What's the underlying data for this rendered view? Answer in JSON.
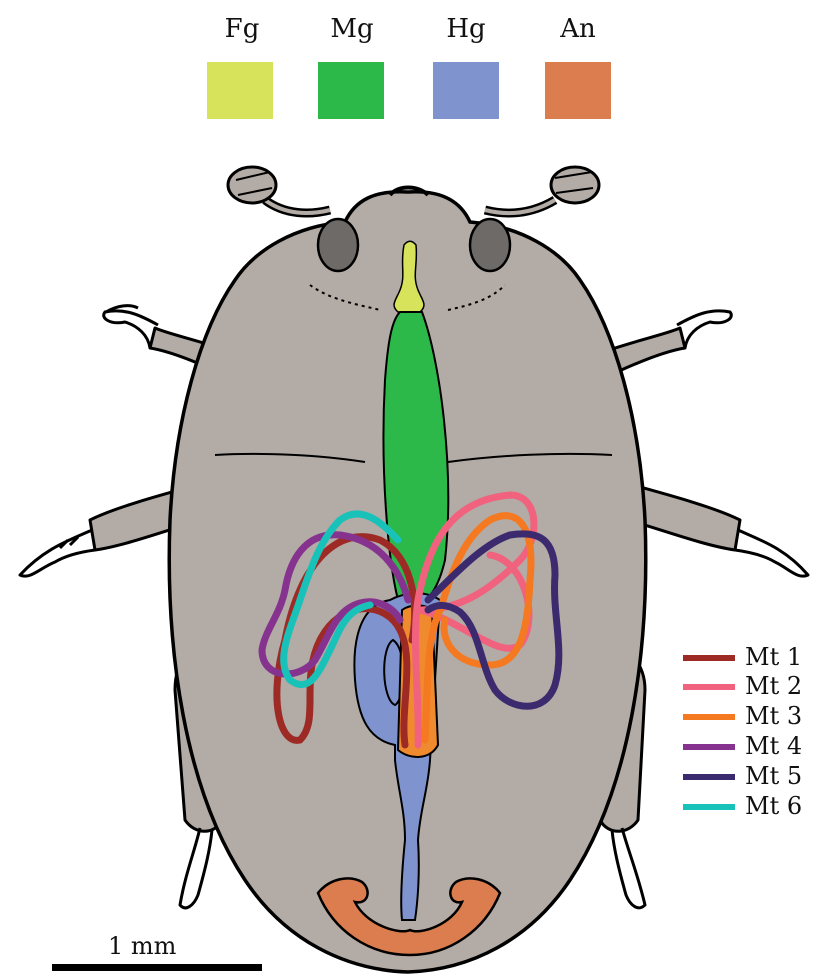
{
  "regions": [
    {
      "abbr": "Fg",
      "color": "#d6e35b"
    },
    {
      "abbr": "Mg",
      "color": "#2db84a"
    },
    {
      "abbr": "Hg",
      "color": "#7f93cf"
    },
    {
      "abbr": "An",
      "color": "#db7d4e"
    }
  ],
  "tubules": [
    {
      "label": "Mt 1",
      "color": "#9e2a26"
    },
    {
      "label": "Mt 2",
      "color": "#f0627e"
    },
    {
      "label": "Mt 3",
      "color": "#f47920"
    },
    {
      "label": "Mt 4",
      "color": "#85338f"
    },
    {
      "label": "Mt 5",
      "color": "#3b2a6e"
    },
    {
      "label": "Mt 6",
      "color": "#19c2b9"
    }
  ],
  "scale_bar": {
    "label": "1 mm"
  },
  "body_color": "#b3aba5"
}
